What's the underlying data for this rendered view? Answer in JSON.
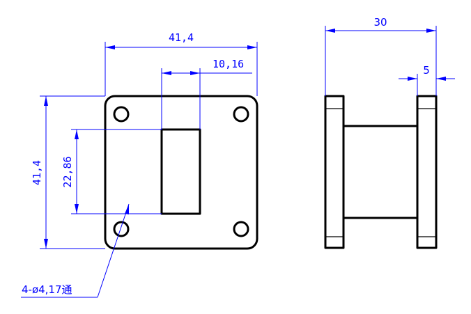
{
  "colors": {
    "outline": "#000000",
    "dimension": "#0000ff",
    "background": "#ffffff"
  },
  "front_view": {
    "width_label": "41,4",
    "opening_width_label": "10,16",
    "height_label": "41,4",
    "opening_height_label": "22,86",
    "hole_note": "4-ø4,17通"
  },
  "side_view": {
    "length_label": "30",
    "flange_thickness_label": "5"
  }
}
